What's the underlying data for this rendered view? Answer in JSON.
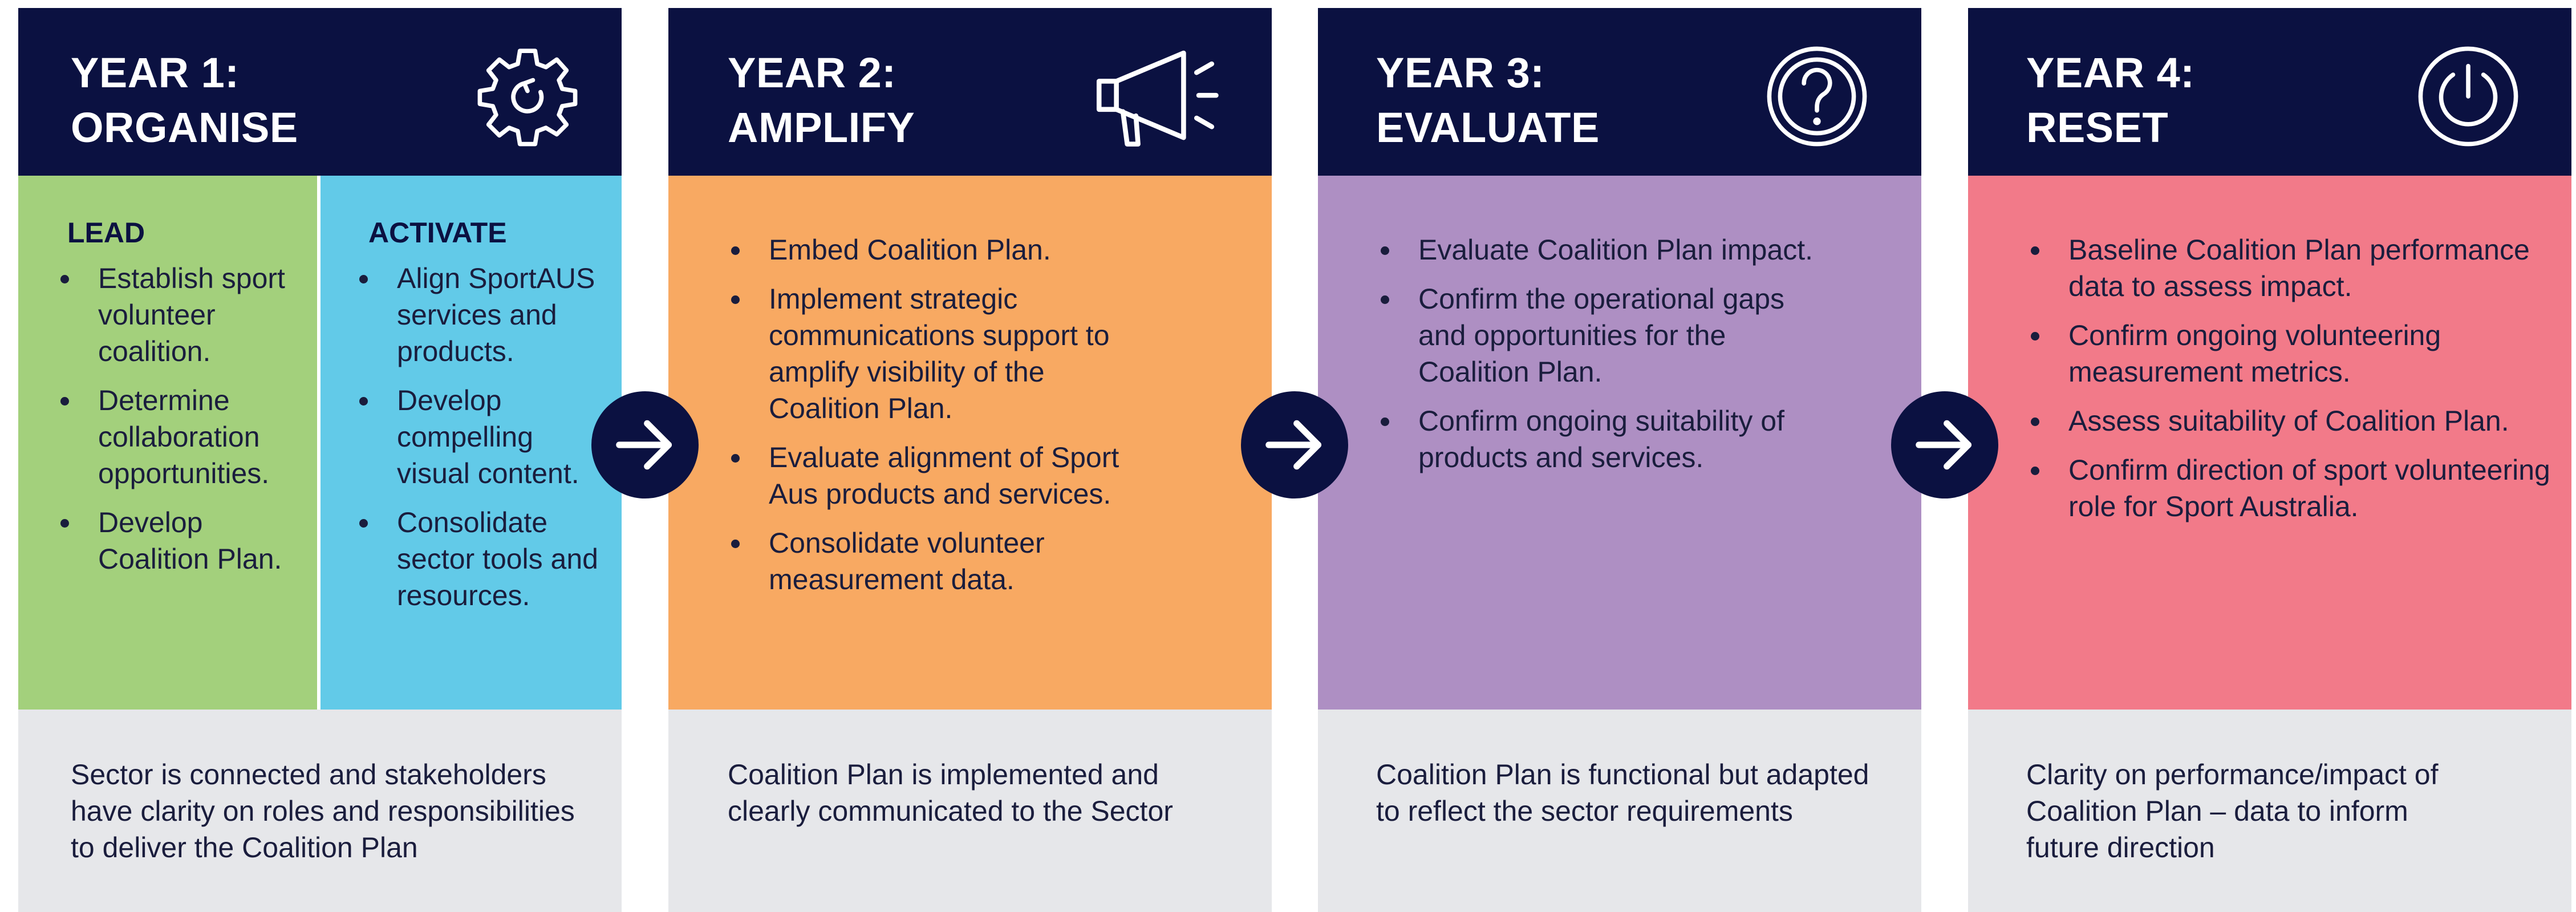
{
  "colors": {
    "header_bg": "#0b1141",
    "lead_bg": "#a3d07c",
    "activate_bg": "#62cae8",
    "year2_bg": "#f8a962",
    "year3_bg": "#ae8fc3",
    "year4_bg": "#f27a89",
    "footer_bg": "#e6e7ea",
    "text": "#1a1d3d"
  },
  "arrows": [
    "arrow-right-icon",
    "arrow-right-icon",
    "arrow-right-icon"
  ],
  "years": [
    {
      "title_line1": "YEAR 1:",
      "title_line2": "ORGANISE",
      "icon": "gear-icon",
      "columns": [
        {
          "heading": "LEAD",
          "items": [
            "Establish sport volunteer coalition.",
            "Determine collaboration opportunities.",
            "Develop Coalition Plan."
          ]
        },
        {
          "heading": "ACTIVATE",
          "items": [
            "Align SportAUS services and products.",
            "Develop compelling visual content.",
            "Consolidate sector tools and resources."
          ]
        }
      ],
      "outcome": "Sector is connected and stakeholders have clarity on roles and responsibilities to deliver the Coalition Plan"
    },
    {
      "title_line1": "YEAR 2:",
      "title_line2": "AMPLIFY",
      "icon": "megaphone-icon",
      "items": [
        "Embed Coalition Plan.",
        "Implement strategic communications support to amplify visibility of the Coalition Plan.",
        "Evaluate alignment of Sport Aus products and services.",
        "Consolidate volunteer measurement data."
      ],
      "outcome": "Coalition Plan is implemented and clearly communicated to the Sector"
    },
    {
      "title_line1": "YEAR 3:",
      "title_line2": "EVALUATE",
      "icon": "question-circle-icon",
      "items": [
        "Evaluate Coalition Plan impact.",
        "Confirm the operational gaps and opportunities for the Coalition Plan.",
        "Confirm ongoing suitability of products and services."
      ],
      "outcome": "Coalition Plan is functional but adapted to reflect the sector requirements"
    },
    {
      "title_line1": "YEAR 4:",
      "title_line2": "RESET",
      "icon": "power-icon",
      "items": [
        "Baseline Coalition Plan performance data to assess impact.",
        "Confirm ongoing volunteering measurement metrics.",
        "Assess suitability of Coalition Plan.",
        "Confirm direction of sport volunteering role for Sport Australia."
      ],
      "outcome": "Clarity on performance/impact of Coalition Plan – data to inform future direction"
    }
  ]
}
